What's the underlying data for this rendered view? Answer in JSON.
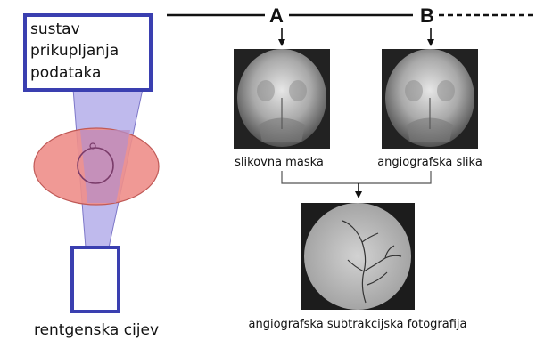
{
  "detector": {
    "label_lines": [
      "sustav",
      "prikupljanja",
      "podataka"
    ]
  },
  "tube": {
    "label": "rentgenska cijev"
  },
  "timeline": {
    "point_a": "A",
    "point_b": "B"
  },
  "images": {
    "mask_label": "slikovna maska",
    "angio_label": "angiografska slika",
    "dsa_label": "angiografska subtrakcijska fotografija"
  },
  "colors": {
    "frame": "#3a3fb0",
    "beam": "#b4aeea",
    "body": "#ee8e8a",
    "line": "#111111"
  }
}
